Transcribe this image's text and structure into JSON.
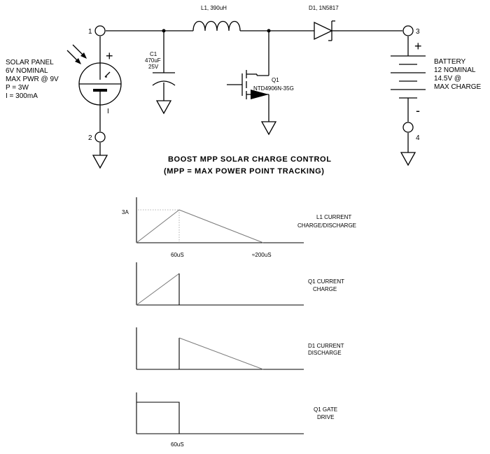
{
  "schematic": {
    "solar_panel": [
      "SOLAR PANEL",
      "6V NOMINAL",
      "MAX PWR @ 9V",
      "P = 3W",
      "I = 300mA"
    ],
    "battery": [
      "BATTERY",
      "12 NOMINAL",
      "14.5V @",
      "MAX CHARGE"
    ],
    "inductor": "L1, 390uH",
    "diode": "D1, 1N5817",
    "capacitor": [
      "C1",
      "470uF",
      "25V"
    ],
    "transistor": [
      "Q1",
      "NTD4906N-35G"
    ],
    "pins": [
      "1",
      "2",
      "3",
      "4"
    ],
    "plus": "+",
    "minus": "-",
    "panel_plus": "+",
    "panel_minus": "I"
  },
  "title": [
    "BOOST MPP SOLAR CHARGE CONTROL",
    "(MPP = MAX POWER POINT TRACKING)"
  ],
  "waveforms": [
    {
      "label": [
        "L1 CURRENT",
        "CHARGE/DISCHARGE"
      ],
      "peak_label": "3A",
      "tick_labels": [
        "60uS",
        "≈200uS"
      ]
    },
    {
      "label": [
        "Q1 CURRENT",
        "CHARGE"
      ]
    },
    {
      "label": [
        "D1 CURRENT",
        "DISCHARGE"
      ]
    },
    {
      "label": [
        "Q1 GATE",
        "DRIVE"
      ],
      "tick_labels": [
        "60uS"
      ]
    }
  ]
}
